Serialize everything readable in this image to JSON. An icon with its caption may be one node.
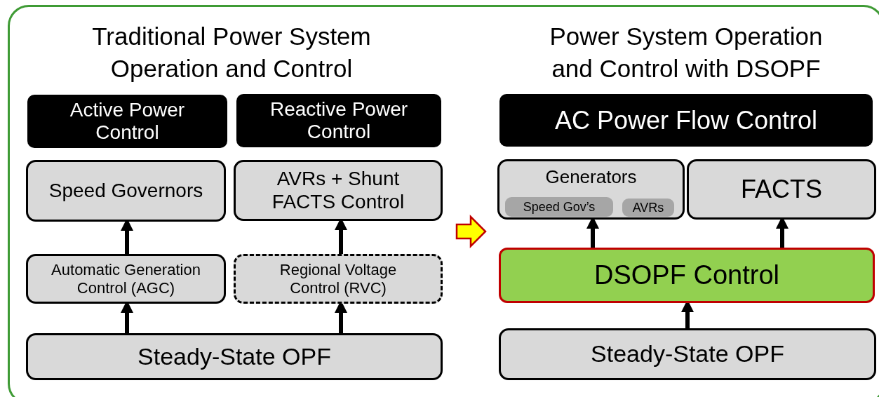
{
  "diagram": {
    "nodes": [
      {
        "text": [
          "Active Power Control"
        ]
      },
      {
        "text": [
          "Reactive Power Control"
        ]
      },
      {
        "text": [
          "Speed Governors"
        ]
      },
      {
        "text": [
          "AVRs + Shunt FACTS Control"
        ]
      },
      {
        "text": [
          "Automatic Generation Control (AGC)"
        ]
      },
      {
        "text": [
          "Regional Voltage Control (RVC)"
        ]
      },
      {
        "text": [
          "Steady-State OPF"
        ]
      },
      {
        "text": [
          "AC Power Flow Control"
        ]
      },
      {
        "text": [
          "Generators"
        ]
      },
      {
        "text": [
          "Speed Gov’s"
        ],
        "in": 8
      },
      {
        "text": [
          "AVRs"
        ],
        "in": 8
      },
      {
        "text": [
          "FACTS"
        ]
      },
      {
        "text": [
          "DSOPF Control"
        ]
      },
      {
        "text": [
          "Steady-State OPF"
        ]
      }
    ],
    "edges": [
      {
        "from": 4,
        "to": 2,
        "arrow": "to"
      },
      {
        "from": 6,
        "to": 4,
        "arrow": "to"
      },
      {
        "from": 5,
        "to": 3,
        "arrow": "to"
      },
      {
        "from": 6,
        "to": 5,
        "arrow": "to"
      },
      {
        "from": 12,
        "to": 8,
        "arrow": "to"
      },
      {
        "from": 12,
        "to": 11,
        "arrow": "to"
      },
      {
        "from": 13,
        "to": 12,
        "arrow": "to"
      },
      {
        "from": 3,
        "to": 12,
        "arrow": "to",
        "style": "thick",
        "color": "#ffff00"
      }
    ],
    "labels": [
      "Traditional Power System Operation and Control",
      "Power System Operation and Control with DSOPF"
    ]
  }
}
